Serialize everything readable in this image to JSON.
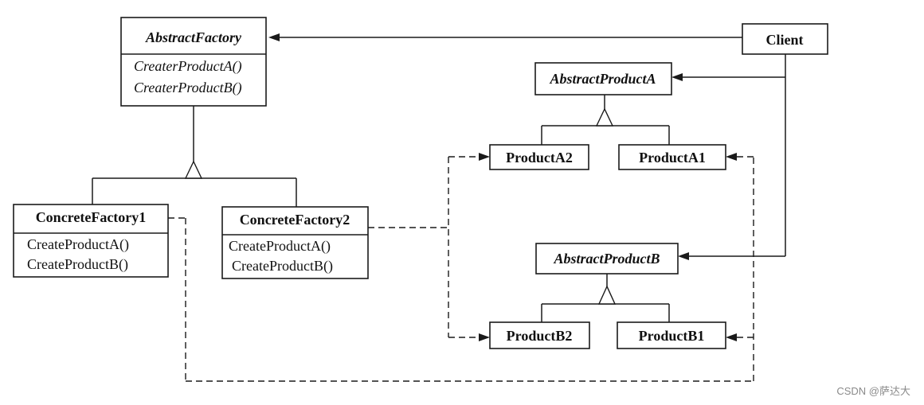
{
  "diagram": {
    "abstract_factory": {
      "name": "AbstractFactory",
      "methods": [
        "CreaterProductA()",
        "CreaterProductB()"
      ]
    },
    "concrete_factory_1": {
      "name": "ConcreteFactory1",
      "methods": [
        "CreateProductA()",
        "CreateProductB()"
      ]
    },
    "concrete_factory_2": {
      "name": "ConcreteFactory2",
      "methods": [
        "CreateProductA()",
        "CreateProductB()"
      ]
    },
    "client": {
      "name": "Client"
    },
    "abstract_product_a": {
      "name": "AbstractProductA"
    },
    "abstract_product_b": {
      "name": "AbstractProductB"
    },
    "product_a2": {
      "name": "ProductA2"
    },
    "product_a1": {
      "name": "ProductA1"
    },
    "product_b2": {
      "name": "ProductB2"
    },
    "product_b1": {
      "name": "ProductB1"
    }
  },
  "watermark": "CSDN @萨达大"
}
